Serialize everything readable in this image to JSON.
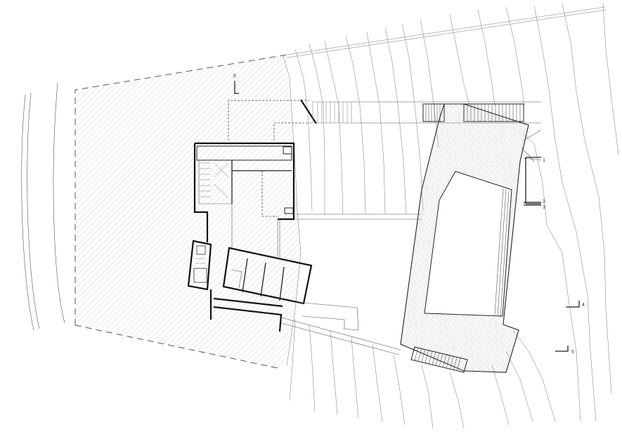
{
  "drawing": {
    "section_markers": [
      {
        "label": "1"
      },
      {
        "label": "2"
      },
      {
        "label": "3"
      },
      {
        "label": "4"
      },
      {
        "label": "5"
      },
      {
        "label": "6"
      }
    ]
  }
}
